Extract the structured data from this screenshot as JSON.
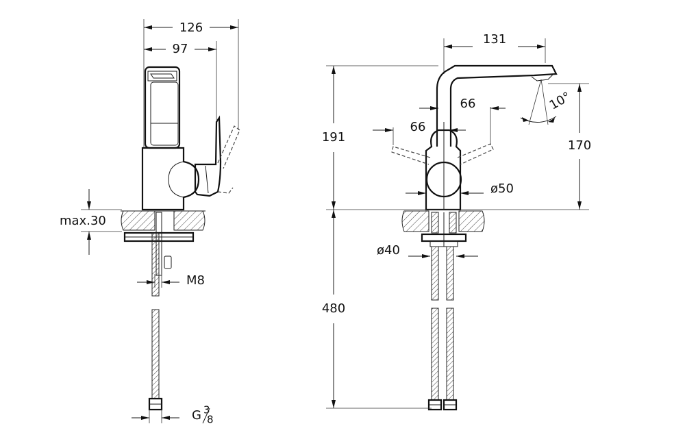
{
  "dimensions": {
    "overall_depth_side": "126",
    "lever_depth_side": "97",
    "deck_thickness": "max.30",
    "stud_thread": "M8",
    "hose_connection_main": "G",
    "hose_connection_num": "3",
    "hose_connection_den": "8",
    "spout_reach": "131",
    "angle": "10°",
    "handle_offset_upper": "66",
    "handle_offset_lower": "66",
    "total_height": "191",
    "spout_height": "170",
    "body_diameter": "ø50",
    "hole_diameter": "ø40",
    "hose_length": "480"
  }
}
